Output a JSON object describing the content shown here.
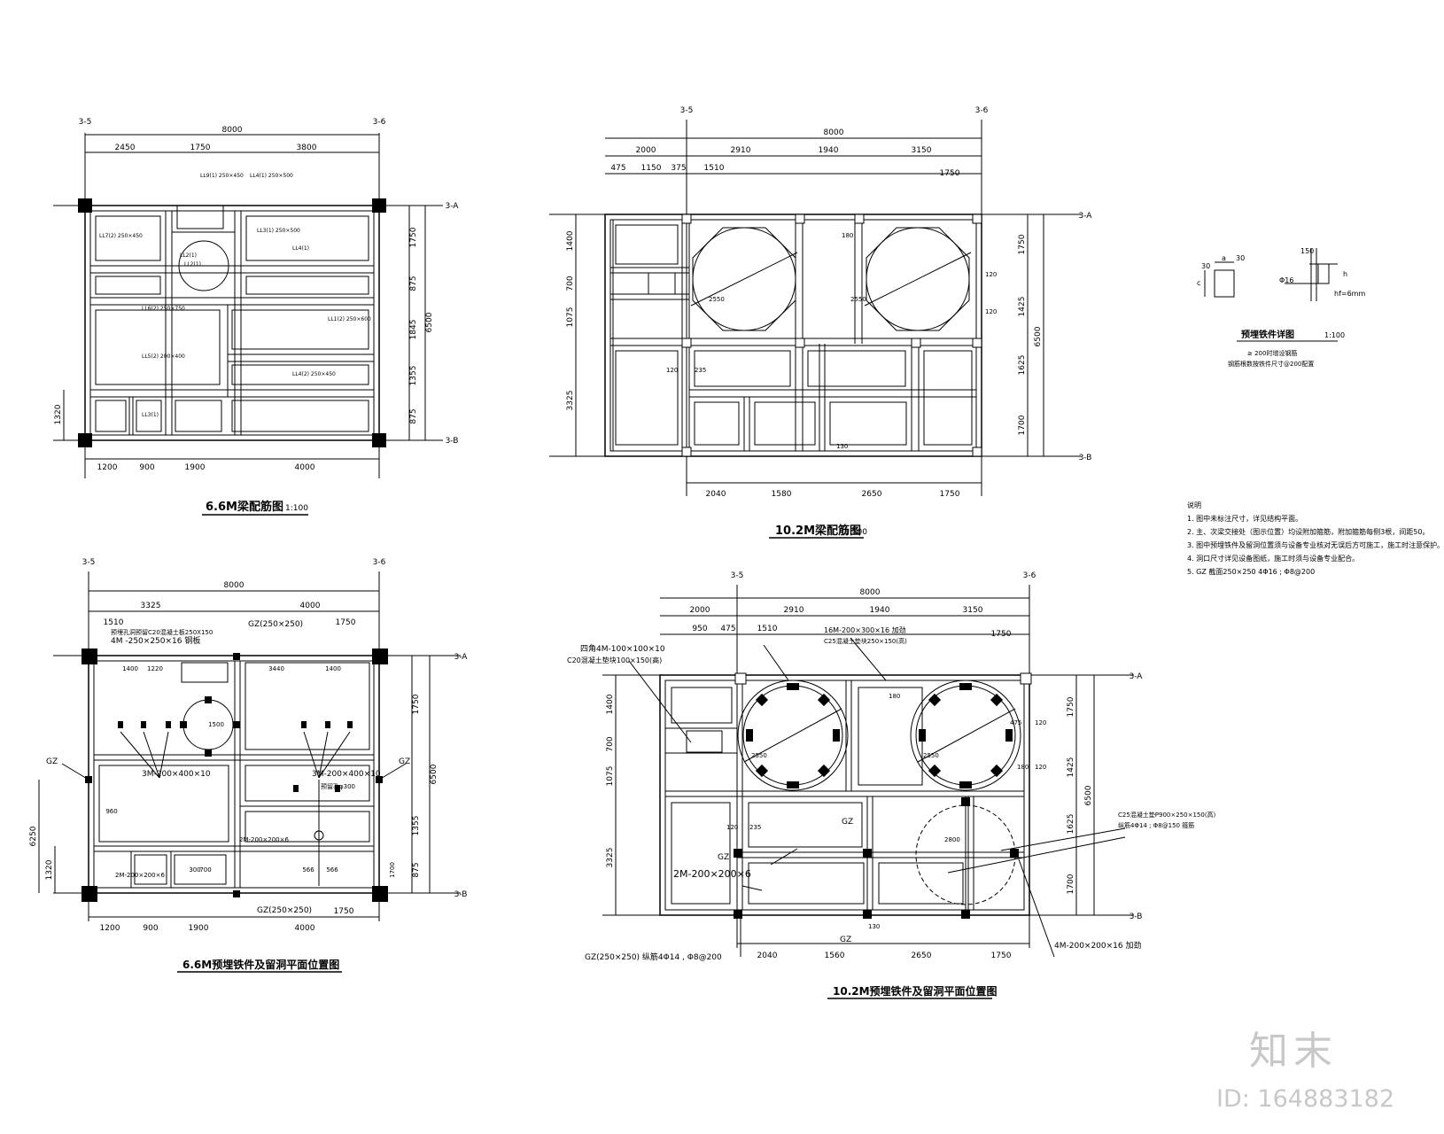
{
  "plan_a": {
    "grid_left": "3-5",
    "grid_right": "3-6",
    "grid_top": "3-A",
    "grid_bottom": "3-B",
    "overall_w": "8000",
    "top_dims": [
      "2450",
      "1750",
      "3800"
    ],
    "bottom_dims": [
      "1200",
      "900",
      "1900",
      "4000"
    ],
    "right_dims": [
      "1750",
      "875",
      "1845",
      "1355",
      "875"
    ],
    "overall_h": "6500",
    "left_dim": "1320",
    "beams": [
      "LL9(1) 250×450",
      "LL4(1) 250×500",
      "LL7(2) 250×450",
      "LL2(1)",
      "LL3(1) 250×500",
      "LL4(1)",
      "LL6(2) 250×750",
      "LL5(2) 200×400",
      "LL1(2) 250×600",
      "LL4(2) 250×450",
      "LL2(1)",
      "LL3(1)"
    ],
    "title": "6.6M梁配筋图",
    "scale": "1:100"
  },
  "plan_b": {
    "grid_left": "3-5",
    "grid_right": "3-6",
    "grid_top": "3-A",
    "grid_bottom": "3-B",
    "overall_w": "8000",
    "top_dims": [
      "2000",
      "2910",
      "1940",
      "3150"
    ],
    "sub_dims": [
      "475",
      "1150",
      "375",
      "1510",
      "1750"
    ],
    "bottom_dims": [
      "2040",
      "1580",
      "2650",
      "1750"
    ],
    "left_dims": [
      "1400",
      "700",
      "1075",
      "3325"
    ],
    "right_dims": [
      "1750",
      "1425",
      "1625",
      "1700"
    ],
    "overall_h": "6500",
    "misc": [
      "120",
      "235",
      "180",
      "130",
      "2550",
      "120",
      "120",
      "2550"
    ],
    "title": "10.2M梁配筋图",
    "scale": "1:100"
  },
  "detail": {
    "dims": [
      "30",
      "a",
      "30",
      "c",
      "h",
      "Φ16",
      "hf=6mm",
      "150"
    ],
    "title": "预埋铁件详图",
    "scale": "1:100",
    "note1": "≥ 200时增设钢筋",
    "note2": "钢筋根数按铁件尺寸@200配置"
  },
  "notes": {
    "header": "说明",
    "items": [
      "1. 图中未标注尺寸，详见结构平面。",
      "2. 主、次梁交接处（图示位置）均设附加箍筋，附加箍筋每侧3根，间距50。",
      "3. 图中预埋铁件及留洞位置须与设备专业核对无误后方可施工，施工时注意保护。",
      "4. 洞口尺寸详见设备图纸，施工时须与设备专业配合。",
      "5. GZ 截面250×250 4Φ16 ; Φ8@200"
    ]
  },
  "plan_c": {
    "grid_left": "3-5",
    "grid_right": "3-6",
    "grid_top": "3-A",
    "grid_bottom": "3-B",
    "overall_w": "8000",
    "top_dims": [
      "3325",
      "4000"
    ],
    "sub_dims": [
      "1510",
      "1750"
    ],
    "bottom_dims": [
      "1200",
      "900",
      "1900",
      "4000"
    ],
    "bottom_sub": "1750",
    "right_dims": [
      "1750",
      "6500",
      "1355",
      "875"
    ],
    "left_dims": [
      "6250",
      "1320"
    ],
    "inner_dims": [
      "1400",
      "1220",
      "3440",
      "1400",
      "960",
      "700",
      "300",
      "566",
      "566",
      "1700",
      "1500"
    ],
    "labels": [
      "4M -250×250×16 钢板",
      "GZ(250×250)",
      "GZ",
      "GZ",
      "3M-200×400×10",
      "3M-200×400×10",
      "2M-200×200×6",
      "2M-200×200×6",
      "GZ(250×250)",
      "预留孔φ300",
      "预埋孔洞预留C20混凝土板250X150"
    ],
    "title": "6.6M预埋铁件及留洞平面位置图"
  },
  "plan_d": {
    "grid_left": "3-5",
    "grid_right": "3-6",
    "grid_top": "3-A",
    "grid_bottom": "3-B",
    "overall_w": "8000",
    "top_dims": [
      "2000",
      "2910",
      "1940",
      "3150"
    ],
    "sub_dims": [
      "950",
      "475",
      "1510",
      "1750"
    ],
    "bottom_dims": [
      "2040",
      "1560",
      "2650",
      "1750"
    ],
    "left_dims": [
      "1400",
      "700",
      "1075",
      "3325"
    ],
    "right_dims": [
      "1750",
      "1425",
      "1625",
      "1700"
    ],
    "overall_h": "6500",
    "labels": [
      "四角4M-100×100×10",
      "C20混凝土垫块100×150(高)",
      "16M-200×300×16 加劲",
      "C25混凝土垫块250×150(高)",
      "GZ",
      "GZ",
      "GZ",
      "2M-200×200×6",
      "GZ(250×250) 纵筋4Φ14 , Φ8@200",
      "4M-200×200×16 加劲",
      "C25混凝土垫P900×250×150(高)",
      "纵筋4Φ14 ; Φ8@150 箍筋",
      "2800",
      "2550",
      "2550",
      "120",
      "235",
      "180",
      "130",
      "475",
      "120",
      "120",
      "180"
    ],
    "title": "10.2M预埋铁件及留洞平面位置图"
  },
  "watermark": {
    "brand": "知末",
    "id": "ID: 164883182"
  }
}
